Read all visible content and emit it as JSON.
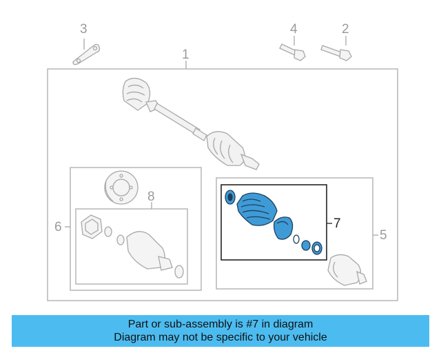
{
  "callouts": {
    "c1": "1",
    "c2": "2",
    "c3": "3",
    "c4": "4",
    "c5": "5",
    "c6": "6",
    "c7": "7",
    "c8": "8"
  },
  "banner": {
    "line1": "Part or sub-assembly is #7 in diagram",
    "line2": "Diagram may not be specific to your vehicle"
  },
  "colors": {
    "highlight": "#3f9bd6",
    "line_gray": "#a8a8a8",
    "banner_bg": "#4cbcf0"
  }
}
